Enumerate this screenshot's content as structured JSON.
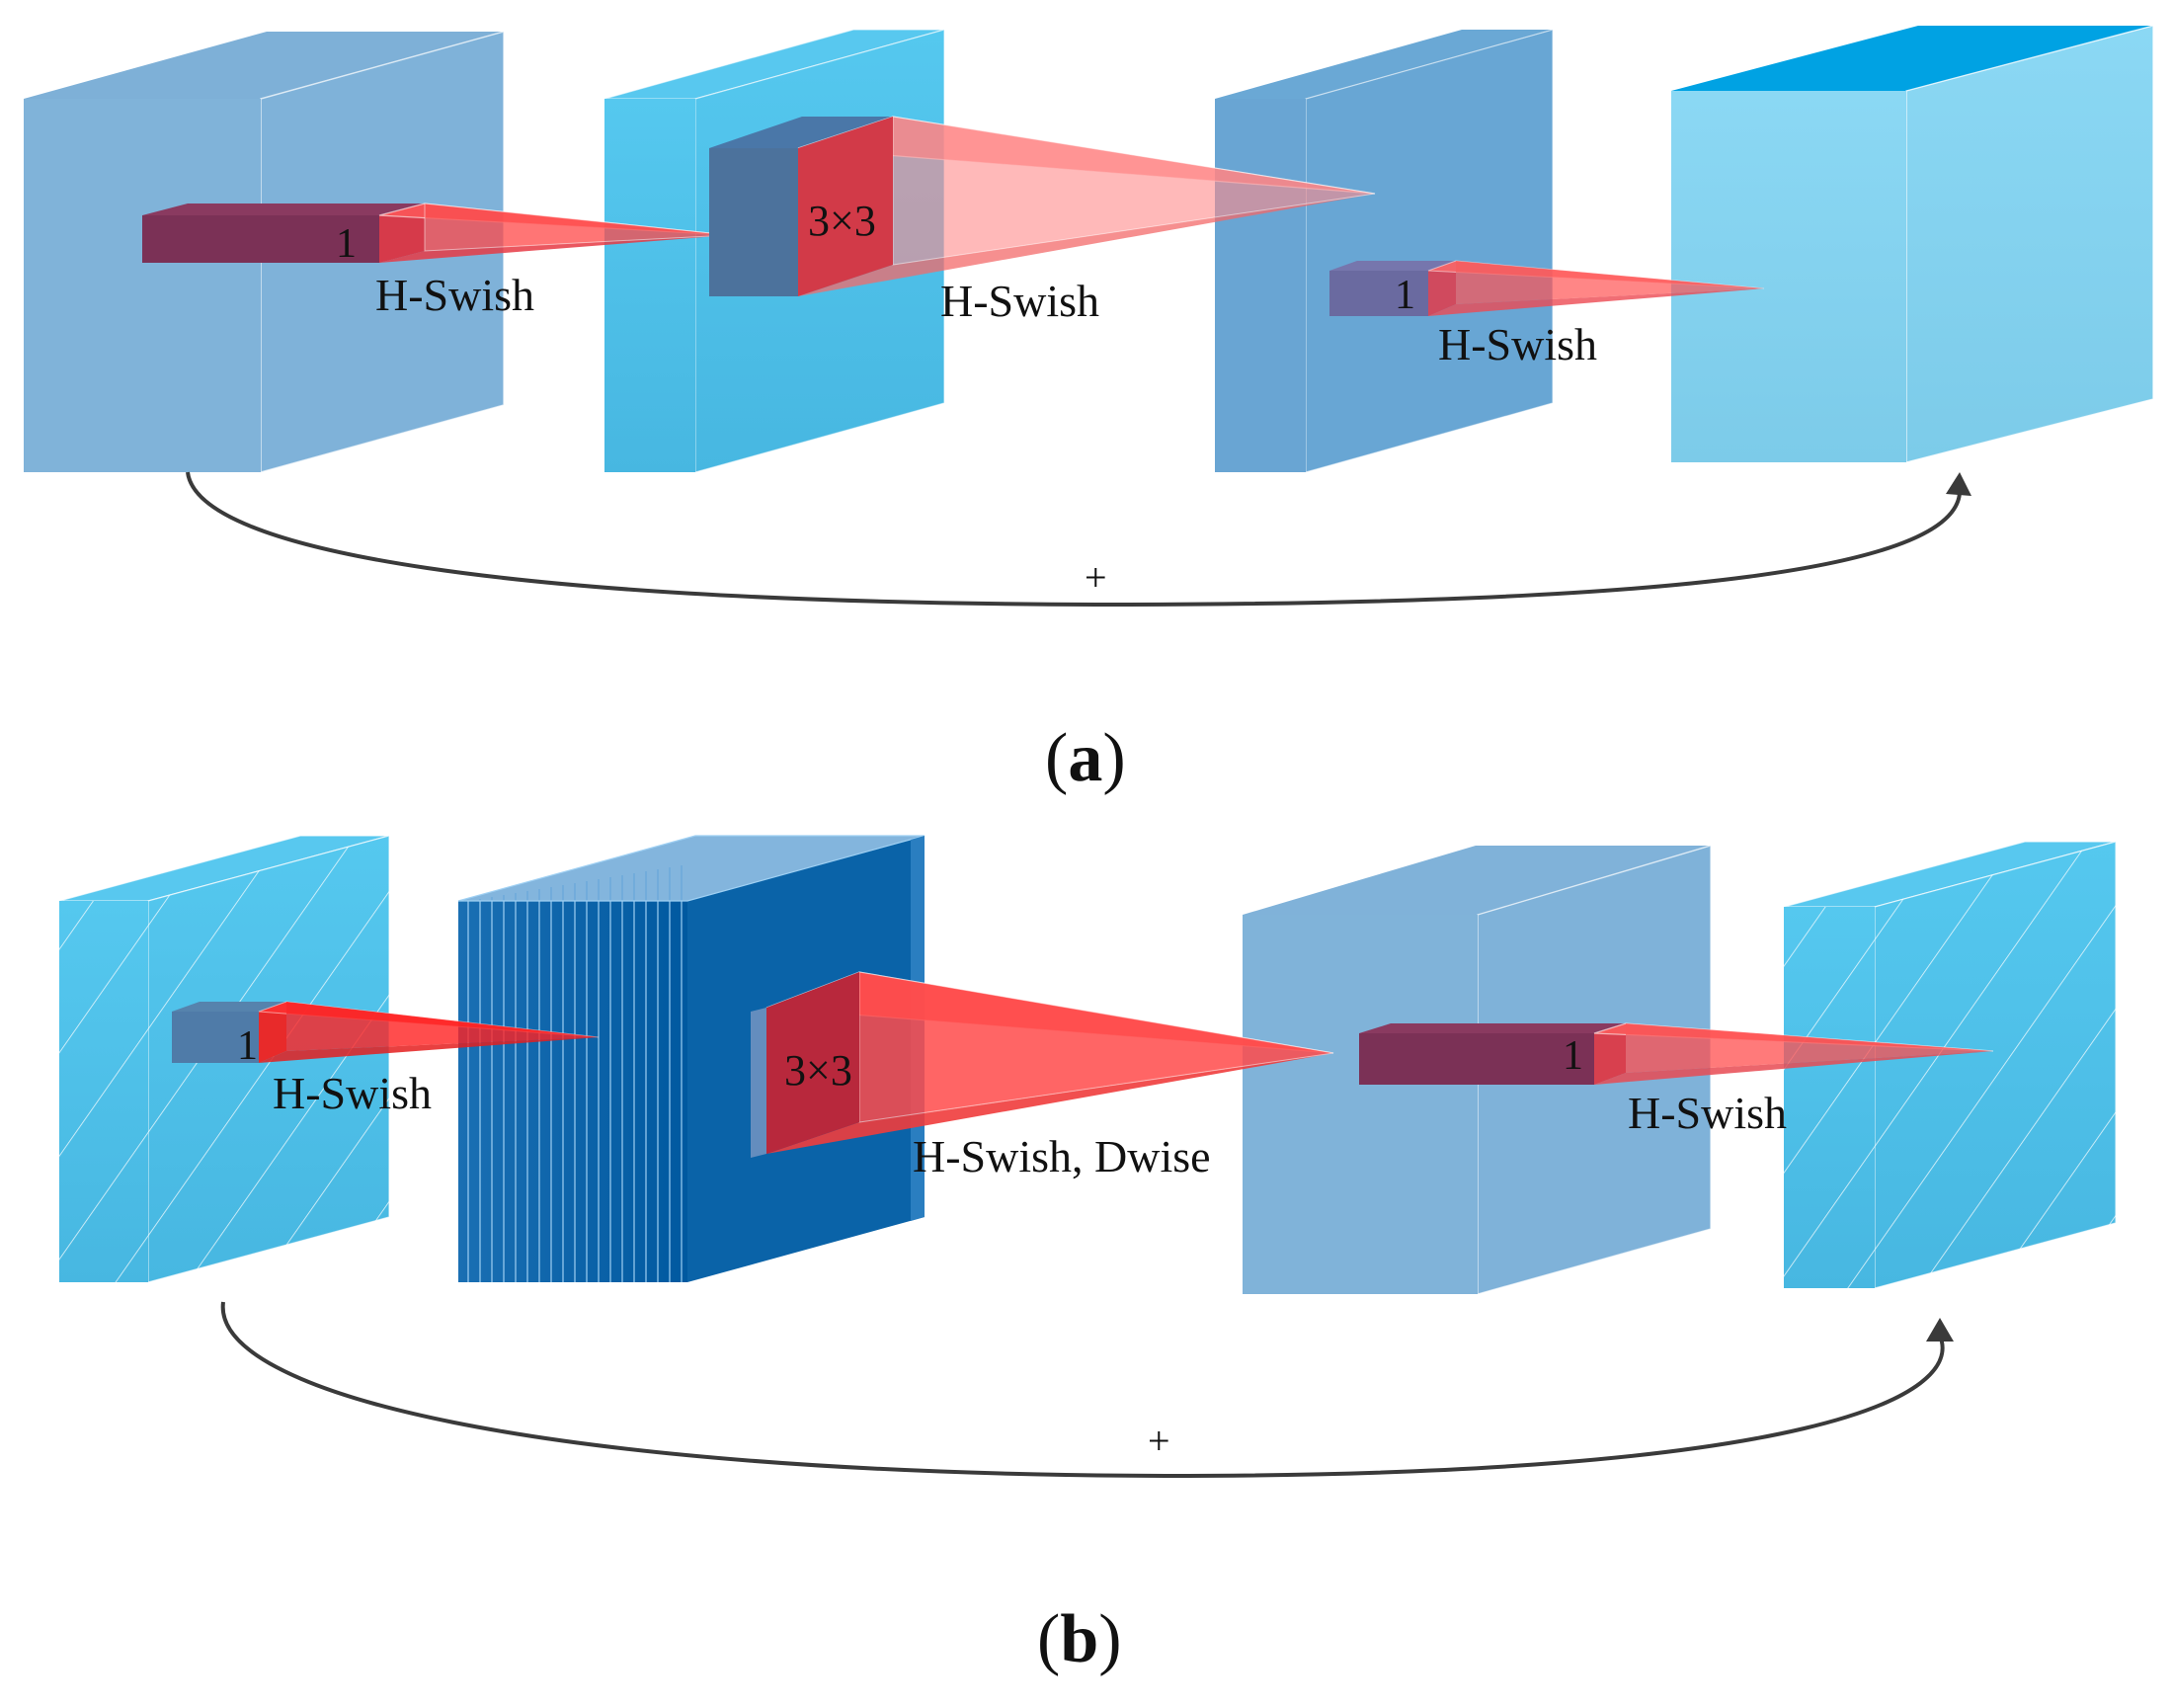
{
  "colors": {
    "block_blue": "#7fb2d9",
    "block_cyan": "#4cc3ea",
    "block_mid": "#68a6d4",
    "block_light": "#82d3f1",
    "block_top_dark": "#00a2e3",
    "deep_blue": "#0062aa",
    "kernel_red": "#ff3333",
    "kernel_dark": "#7b3156",
    "arrow": "#3a3a3a"
  },
  "panel_a": {
    "caption_letter": "a",
    "kernel1_label": "1",
    "act1_label": "H-Swish",
    "kernel2_label": "3×3",
    "act2_label": "H-Swish",
    "kernel3_label": "1",
    "act3_label": "H-Swish",
    "skip_label": "+"
  },
  "panel_b": {
    "caption_letter": "b",
    "kernel1_label": "1",
    "act1_label": "H-Swish",
    "kernel2_label": "3×3",
    "act2_label": "H-Swish, Dwise",
    "kernel3_label": "1",
    "act3_label": "H-Swish",
    "skip_label": "+"
  }
}
